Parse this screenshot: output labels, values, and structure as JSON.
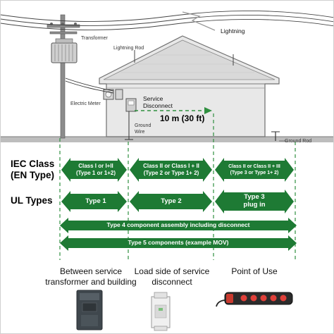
{
  "labels": {
    "lightning": "Lightning",
    "transformer": "Transformer",
    "lightning_rod": "Lightning Rod",
    "electric_meter": "Electric Meter",
    "service_disconnect_1": "Service",
    "service_disconnect_2": "Disconnect",
    "distance": "10 m (30 ft)",
    "ground_wire_1": "Ground",
    "ground_wire_2": "Wire",
    "ground_rod": "Ground Rod"
  },
  "left_labels": {
    "iec_1": "IEC Class",
    "iec_2": "(EN Type)",
    "ul": "UL Types"
  },
  "iec_arrows": [
    {
      "line1": "Class I or I+II",
      "line2": "(Type 1 or 1+2)"
    },
    {
      "line1": "Class II or Class I + II",
      "line2": "(Type 2 or Type 1+ 2)"
    },
    {
      "line1": "Class II or Class II + III",
      "line2": "(Type 3 or Type 1+ 2)"
    }
  ],
  "ul_arrows": [
    {
      "line1": "Type 1",
      "line2": ""
    },
    {
      "line1": "Type 2",
      "line2": ""
    },
    {
      "line1": "Type 3",
      "line2": "plug in"
    }
  ],
  "wide_arrows": [
    {
      "label": "Type 4  component assembly including disconnect"
    },
    {
      "label": "Type 5  components (example MOV)"
    }
  ],
  "captions": [
    {
      "line1": "Between service",
      "line2": "transformer and building"
    },
    {
      "line1": "Load side of service",
      "line2": "disconnect"
    },
    {
      "line1": "Point of Use",
      "line2": ""
    }
  ],
  "colors": {
    "arrow_green": "#1e7a34",
    "dashed_guide": "#2f8f3f",
    "house_fill": "#e6e6e6",
    "house_stroke": "#6e6e6e",
    "power_strip_lights": "#e0403a"
  },
  "icons": {
    "device_1": "surge-protector-box-icon",
    "device_2": "din-rail-spd-icon",
    "device_3": "power-strip-icon"
  }
}
